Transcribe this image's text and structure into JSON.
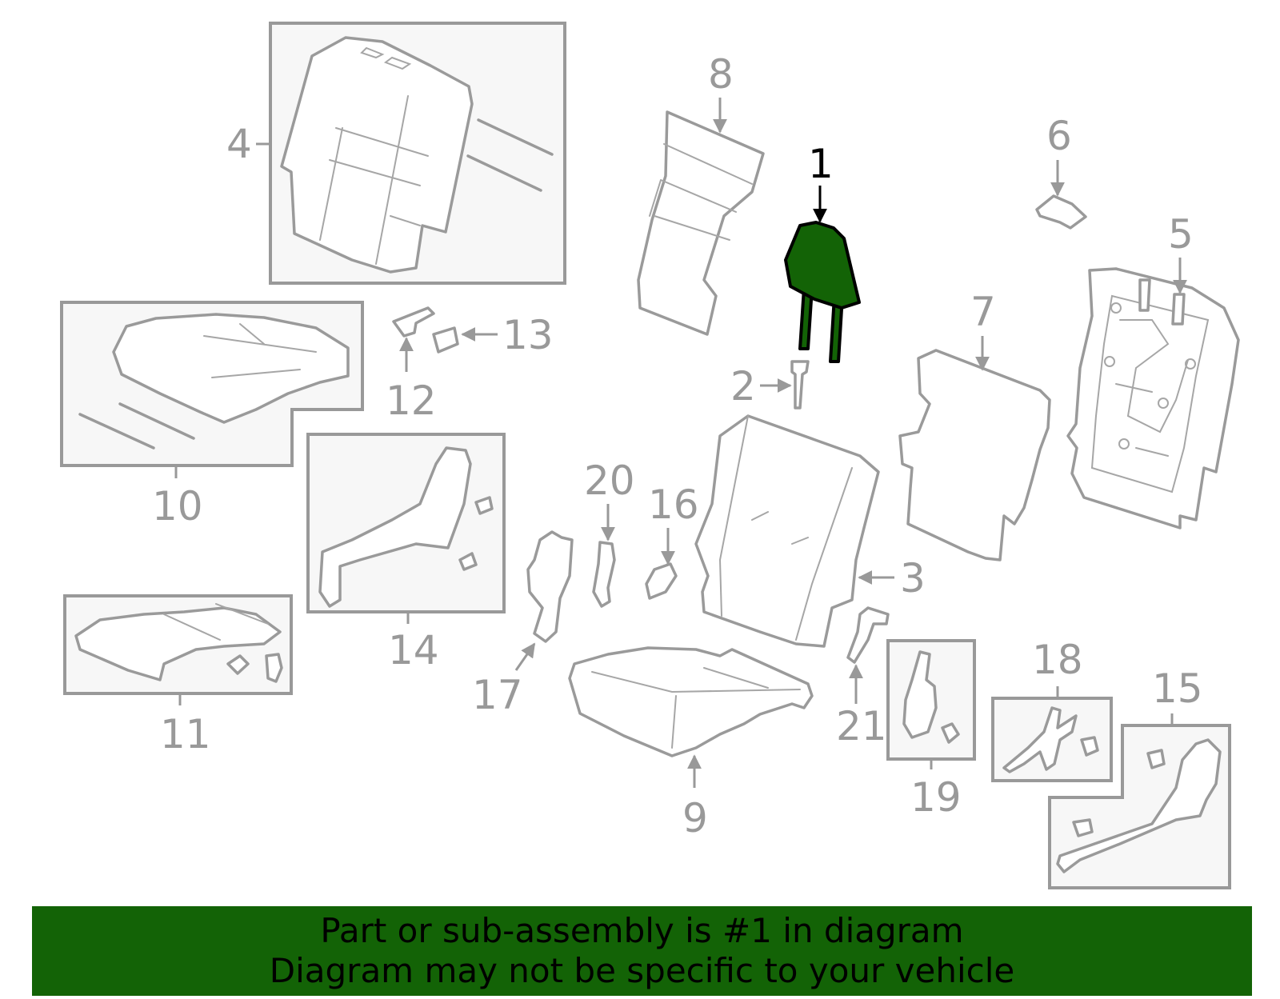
{
  "banner": {
    "line1": "Part or sub-assembly is #1 in diagram",
    "line2": "Diagram may not be specific to your vehicle"
  },
  "colors": {
    "highlight": "#136306",
    "parts": "#9a9a9a",
    "labels": "#999999",
    "highlight_label": "#000000"
  },
  "callouts": {
    "c1": "1",
    "c2": "2",
    "c3": "3",
    "c4": "4",
    "c5": "5",
    "c6": "6",
    "c7": "7",
    "c8": "8",
    "c9": "9",
    "c10": "10",
    "c11": "11",
    "c12": "12",
    "c13": "13",
    "c14": "14",
    "c15": "15",
    "c16": "16",
    "c17": "17",
    "c18": "18",
    "c19": "19",
    "c20": "20",
    "c21": "21"
  },
  "highlighted_part": "1"
}
